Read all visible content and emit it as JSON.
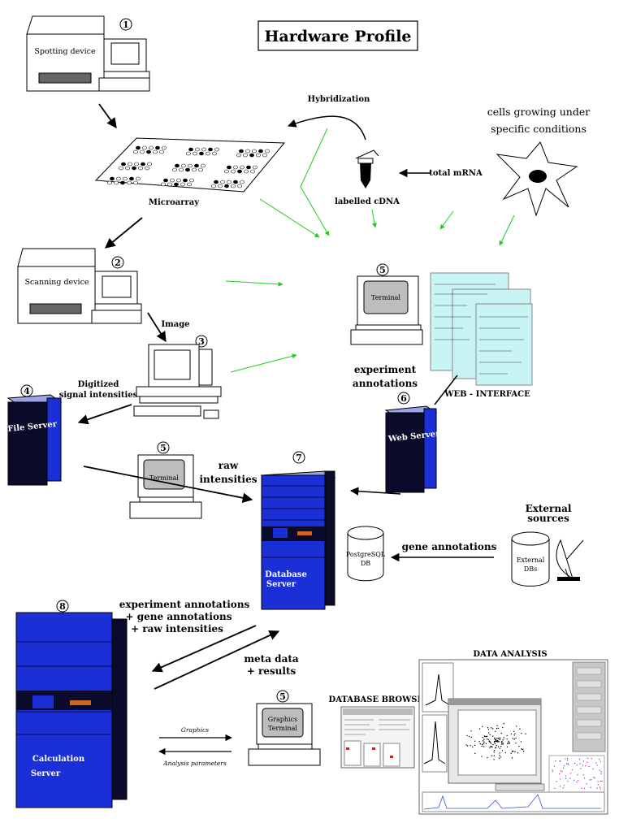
{
  "title": "Hardware Profile",
  "devices": {
    "spotting": "Spotting device",
    "scanning": "Scanning device",
    "terminal": "Terminal",
    "graphics_terminal_1": "Graphics",
    "graphics_terminal_2": "Terminal",
    "file_server": "File Server",
    "web_server": "Web Server",
    "database_server_1": "Database",
    "database_server_2": "Server",
    "calculation_server_1": "Calculation",
    "calculation_server_2": "Server",
    "postgres_db_1": "PostgreSQL",
    "postgres_db_2": "DB",
    "external_dbs_1": "External",
    "external_dbs_2": "DBs"
  },
  "labels": {
    "hybridization": "Hybridization",
    "cells_1": "cells growing under",
    "cells_2": "specific conditions",
    "total_mrna": "total mRNA",
    "labelled_cdna": "labelled cDNA",
    "microarray": "Microarray",
    "image": "Image",
    "digitized_1": "Digitized",
    "digitized_2": "signal intensities",
    "experiment_annotations_1": "experiment",
    "experiment_annotations_2": "annotations",
    "web_interface": "WEB - INTERFACE",
    "raw_intensities_1": "raw",
    "raw_intensities_2": "intensities",
    "external_sources_1": "External",
    "external_sources_2": "sources",
    "gene_annotations": "gene annotations",
    "exp_gene_raw_1": "experiment annotations",
    "exp_gene_raw_2": "+ gene annotations",
    "exp_gene_raw_3": "+ raw intensities",
    "meta_data_1": "meta data",
    "meta_data_2": "+ results",
    "graphics": "Graphics",
    "analysis_parameters": "Analysis parameters",
    "database_browser": "DATABASE BROWSER",
    "data_analysis": "DATA ANALYSIS"
  },
  "step_numbers": [
    "1",
    "2",
    "3",
    "4",
    "5",
    "5",
    "5",
    "6",
    "7",
    "8"
  ],
  "colors": {
    "server_blue": "#1a2fd6",
    "server_dark": "#0a0a2a",
    "flow_green": "#22cc22",
    "screen_cyan": "#c8f4f4",
    "accent_red": "#cc2222",
    "accent_orange": "#cc6622"
  }
}
